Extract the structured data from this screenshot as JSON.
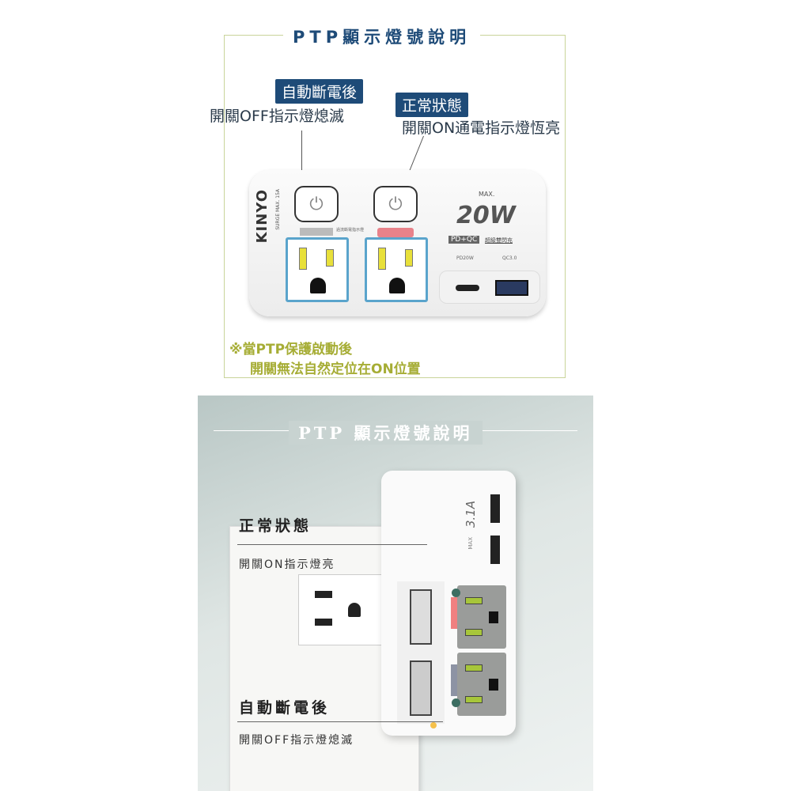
{
  "top_panel": {
    "title": "PTP顯示燈號說明",
    "off_state": {
      "tag": "自動斷電後",
      "desc": "開關OFF指示燈熄滅"
    },
    "on_state": {
      "tag": "正常狀態",
      "desc": "開關ON通電指示燈恆亮"
    },
    "device": {
      "brand": "KINYO",
      "surge": "SURGE MAX. 15A",
      "max": "MAX.",
      "watt": "20W",
      "pdqc": "PD+QC",
      "fast": "超級雙閃充",
      "pd_port": "PD20W",
      "qc_port": "QC3.0",
      "indicator_label": "過流斷電指示燈",
      "power_icon": "power-icon"
    },
    "note_line1": "※當PTP保護啟動後",
    "note_line2": "開關無法自然定位在ON位置",
    "colors": {
      "title": "#1e4b78",
      "tag_bg": "#1e4b78",
      "note": "#a6ad35",
      "socket_frame": "#5aa4cc",
      "on_indicator": "#e8828a",
      "off_indicator": "#bbbbbb"
    }
  },
  "bottom_panel": {
    "title": "PTP 顯示燈號說明",
    "on_state": {
      "heading": "正常狀態",
      "desc": "開關ON指示燈亮"
    },
    "off_state": {
      "heading": "自動斷電後",
      "desc": "開關OFF指示燈熄滅"
    },
    "device": {
      "max_label": "MAX",
      "amp": "3.1A"
    },
    "colors": {
      "on_indicator": "#f08080",
      "off_indicator": "#8d93a4",
      "socket": "#9a9c9a"
    }
  }
}
